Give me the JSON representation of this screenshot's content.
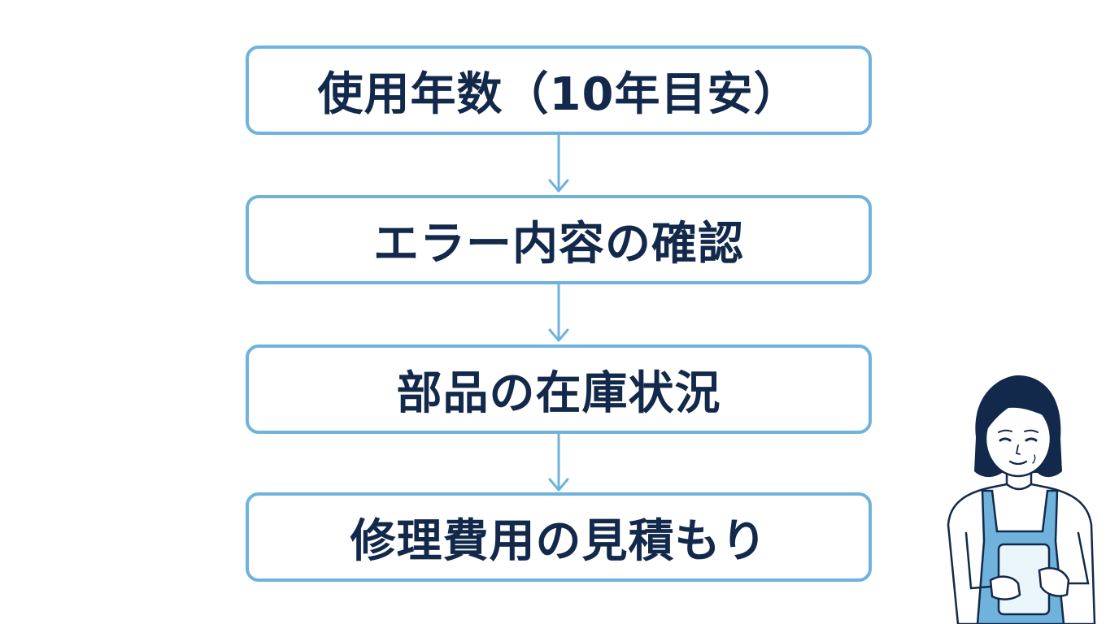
{
  "flow": {
    "steps": [
      {
        "label": "使用年数（10年目安）"
      },
      {
        "label": "エラー内容の確認"
      },
      {
        "label": "部品の在庫状況"
      },
      {
        "label": "修理費用の見積もり"
      }
    ]
  },
  "colors": {
    "box_border": "#6fb3dd",
    "arrow": "#6fb3dd",
    "text": "#13294b",
    "apron": "#6fb3dd",
    "hair": "#13294b"
  },
  "icons": {
    "arrows": "arrow-down-icon",
    "illustration": "staff-person-illustration"
  }
}
